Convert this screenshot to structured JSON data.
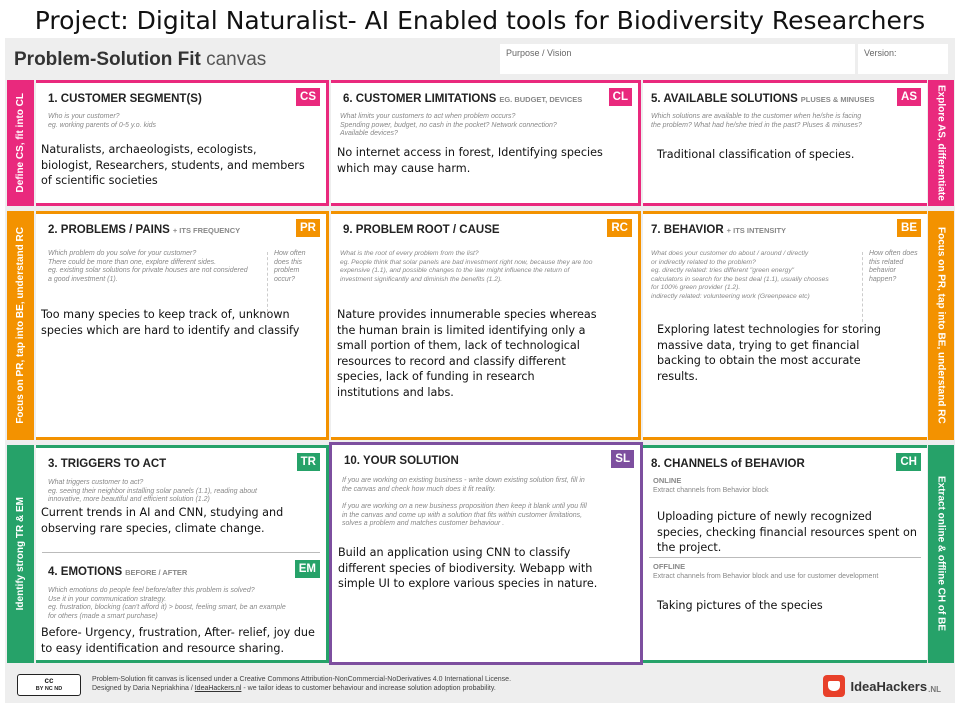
{
  "page_title": "Project: Digital Naturalist- AI Enabled tools for Biodiversity Researchers",
  "canvas": {
    "title_bold": "Problem-Solution Fit",
    "title_light": "canvas",
    "purpose_label": "Purpose / Vision",
    "version_label": "Version:"
  },
  "sides": {
    "left_top": "Define CS, fit into CL",
    "left_mid": "Focus on PR, tap into BE, understand RC",
    "left_bottom": "Identify strong TR & EM",
    "right_top": "Explore AS, differentiate",
    "right_mid": "Focus on PR, tap into BE, understand RC",
    "right_bottom": "Extract online & offline CH of BE"
  },
  "colors": {
    "pink": "#e9297d",
    "orange": "#f39200",
    "green": "#26a269",
    "purple": "#7d4f9f",
    "canvas_bg": "#eeeeee"
  },
  "cells": {
    "cs": {
      "title": "1. CUSTOMER SEGMENT(S)",
      "badge": "CS",
      "hint": "Who is your customer?\neg. working parents of 0-5 y.o. kids",
      "answer": "Naturalists, archaeologists, ecologists, biologist, Researchers, students, and members of scientific societies"
    },
    "cl": {
      "title": "6. CUSTOMER LIMITATIONS",
      "sub": "EG. BUDGET, DEVICES",
      "badge": "CL",
      "hint": "What limits your customers to act when problem occurs?\nSpending power, budget, no cash in the pocket? Network connection?\nAvailable devices?",
      "answer": "No internet access in forest, Identifying species which may cause harm."
    },
    "as": {
      "title": "5. AVAILABLE SOLUTIONS",
      "sub": "PLUSES & MINUSES",
      "badge": "AS",
      "hint": "Which solutions are available to the customer when he/she is facing\nthe problem? What had he/she tried in the past? Pluses & minuses?",
      "answer": "Traditional classification of species."
    },
    "pr": {
      "title": "2. PROBLEMS / PAINS",
      "sub": "+ ITS FREQUENCY",
      "badge": "PR",
      "hint": "Which problem do you solve for your customer?\nThere could be more than one, explore different sides.\neg. existing solar solutions for private houses are not considered\na good investment (1).",
      "hint_side": "How often\ndoes this\nproblem\noccur?",
      "answer": "Too many species to keep track of, unknown species which are hard to identify and classify"
    },
    "rc": {
      "title": "9. PROBLEM ROOT / CAUSE",
      "badge": "RC",
      "hint": "What is the root of every problem from the list?\neg. People think that solar panels are bad investment right now, because they are too\nexpensive (1.1), and possible changes to the law might influence the return of\ninvestment significantly and diminish the benefits (1.2).",
      "answer": "Nature provides innumerable species whereas the human brain is limited identifying only a small portion of them, lack of technological resources to record and classify different species, lack of funding in research institutions and labs."
    },
    "be": {
      "title": "7. BEHAVIOR",
      "sub": "+ ITS INTENSITY",
      "badge": "BE",
      "hint": "What does your customer do about / around / directly\nor indirectly related to the problem?\neg. directly related: tries different \"green energy\"\ncalculators in search for the best deal (1.1), usually chooses\nfor 100% green provider (1.2).\nindirectly related: volunteering work (Greenpeace etc)",
      "hint_side": "How often does\nthis related\nbehavior\nhappen?",
      "answer": "Exploring latest technologies for storing massive data, trying to get financial backing to obtain the most accurate results."
    },
    "tr": {
      "title": "3. TRIGGERS TO ACT",
      "badge": "TR",
      "hint": "What triggers customer to act?\neg. seeing their neighbor installing solar panels (1.1), reading about\ninnovative, more beautiful and efficient solution (1.2)",
      "answer": "Current trends in AI and CNN, studying and observing rare species, climate change."
    },
    "em": {
      "title": "4. EMOTIONS",
      "sub": "BEFORE / AFTER",
      "badge": "EM",
      "hint": "Which emotions do people feel before/after this problem is solved?\nUse it in your communication strategy.\neg. frustration, blocking (can't afford it) > boost, feeling smart, be an example\nfor others (made a smart purchase)",
      "answer": "Before- Urgency, frustration, After- relief, joy due to easy identification and resource sharing."
    },
    "sl": {
      "title": "10. YOUR SOLUTION",
      "badge": "SL",
      "hint": "If you are working on existing business - write down existing solution first, fill in\nthe canvas and check how much does it fit reality.",
      "hint2": "If you are working on a new business proposition then keep it blank until you fill\nin the canvas and come up with a solution that fits within customer limitations,\nsolves a problem and matches customer behaviour .",
      "answer": "Build an application using CNN to classify different species of biodiversity. Webapp with simple UI to explore various species in nature."
    },
    "ch": {
      "title": "8. CHANNELS of BEHAVIOR",
      "badge": "CH",
      "online_label": "ONLINE",
      "online_hint": "Extract channels from Behavior block",
      "online_answer": "Uploading picture of newly recognized species, checking financial resources spent on the project.",
      "offline_label": "OFFLINE",
      "offline_hint": "Extract channels from Behavior block and use for customer development",
      "offline_answer": "Taking pictures of the species"
    }
  },
  "footer": {
    "cc_line1": "cc",
    "cc_line2": "BY NC ND",
    "license_line1": "Problem-Solution fit canvas is licensed under a Creative Commons Attribution-NonCommercial-NoDerivatives 4.0 International License.",
    "license_line2a": "Designed by Daria Nepriakhina / ",
    "license_link": "IdeaHackers.nl",
    "license_line2b": " - we tailor ideas to customer behaviour and increase solution adoption probability.",
    "brand": "IdeaHackers",
    "brand_suffix": ".NL"
  }
}
